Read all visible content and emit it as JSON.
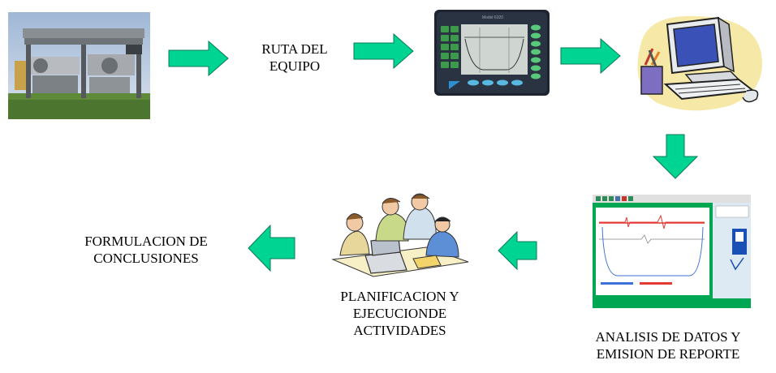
{
  "steps": [
    {
      "id": "equipment-photo",
      "label": ""
    },
    {
      "id": "route",
      "label_line1": "RUTA DEL",
      "label_line2": "EQUIPO"
    },
    {
      "id": "analyzer",
      "device_label": "Model 6320"
    },
    {
      "id": "computer",
      "label": ""
    },
    {
      "id": "analysis",
      "label_line1": "ANALISIS DE DATOS Y",
      "label_line2": "EMISION DE REPORTE"
    },
    {
      "id": "planning",
      "label_line1": "PLANIFICACION Y",
      "label_line2": "EJECUCIONDE",
      "label_line3": "ACTIVIDADES"
    },
    {
      "id": "conclusions",
      "label_line1": "FORMULACION DE",
      "label_line2": "CONCLUSIONES"
    }
  ],
  "colors": {
    "arrow": "#00d492",
    "arrow_stroke": "#0a7a55",
    "screen_green": "#00a651"
  }
}
